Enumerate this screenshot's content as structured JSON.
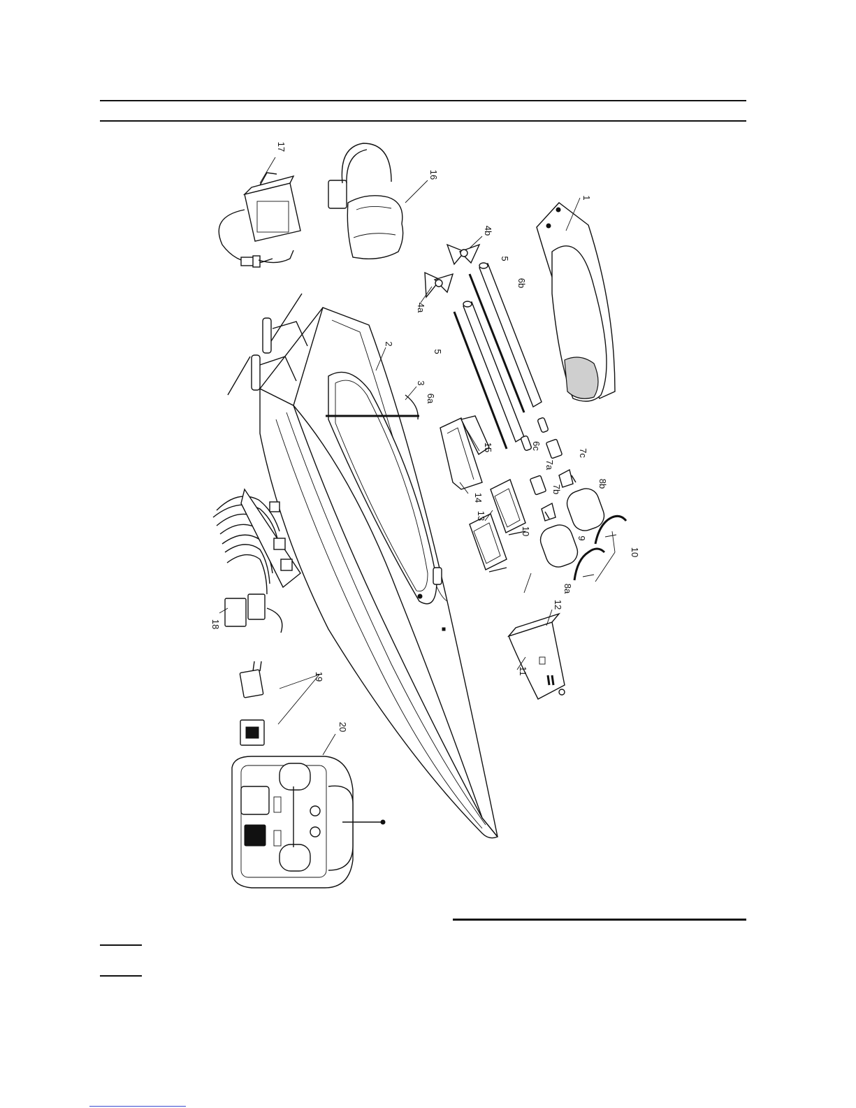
{
  "diagram": {
    "parts": [
      {
        "id": "p1",
        "label": "1"
      },
      {
        "id": "p2",
        "label": "2"
      },
      {
        "id": "p3",
        "label": "3"
      },
      {
        "id": "p4a",
        "label": "4a"
      },
      {
        "id": "p4b",
        "label": "4b"
      },
      {
        "id": "p5a",
        "label": "5"
      },
      {
        "id": "p5b",
        "label": "5"
      },
      {
        "id": "p6a",
        "label": "6a"
      },
      {
        "id": "p6b",
        "label": "6b"
      },
      {
        "id": "p6c",
        "label": "6c"
      },
      {
        "id": "p7a",
        "label": "7a"
      },
      {
        "id": "p7b",
        "label": "7b"
      },
      {
        "id": "p7c",
        "label": "7c"
      },
      {
        "id": "p8a",
        "label": "8a"
      },
      {
        "id": "p8b",
        "label": "8b"
      },
      {
        "id": "p9",
        "label": "9"
      },
      {
        "id": "p10a",
        "label": "10"
      },
      {
        "id": "p10b",
        "label": "10"
      },
      {
        "id": "p11",
        "label": "11"
      },
      {
        "id": "p12",
        "label": "12"
      },
      {
        "id": "p13",
        "label": "13"
      },
      {
        "id": "p14",
        "label": "14"
      },
      {
        "id": "p15",
        "label": "15"
      },
      {
        "id": "p16",
        "label": "16"
      },
      {
        "id": "p17",
        "label": "17"
      },
      {
        "id": "p18",
        "label": "18"
      },
      {
        "id": "p19",
        "label": "19"
      },
      {
        "id": "p20",
        "label": "20"
      }
    ]
  },
  "colors": {
    "ink": "#111111",
    "paper": "#ffffff",
    "shade": "#cfcfcf"
  }
}
